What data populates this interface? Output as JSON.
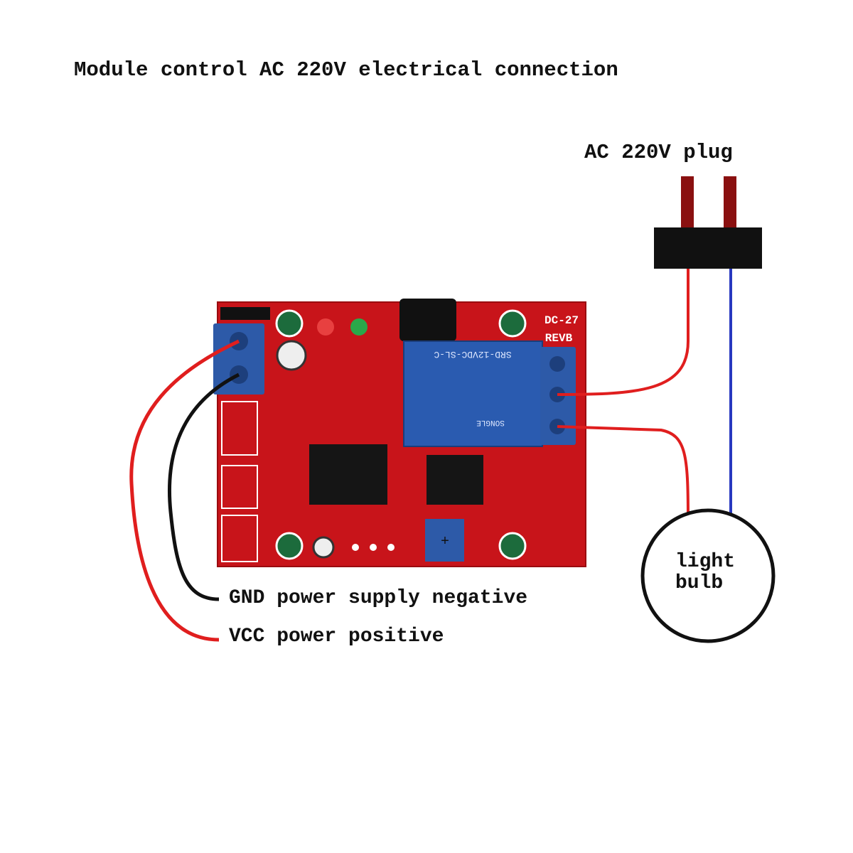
{
  "title": "Module control AC 220V electrical connection",
  "plug": {
    "label": "AC 220V plug"
  },
  "load": {
    "label": "light\nbulb"
  },
  "wires": {
    "gnd_label": "GND power supply negative",
    "vcc_label": "VCC power positive"
  },
  "board": {
    "model": "DC-27",
    "revision": "REVB",
    "relay_model": "SRD-12VDC-SL-C",
    "relay_brand": "SONGLE"
  },
  "colors": {
    "pcb": "#c8141a",
    "relay": "#2a5bb0",
    "terminal": "#2d5aa8",
    "live_wire": "#e01e1e",
    "neutral_wire": "#2838c0",
    "gnd_wire": "#111111",
    "plug_prong": "#8a1010"
  }
}
